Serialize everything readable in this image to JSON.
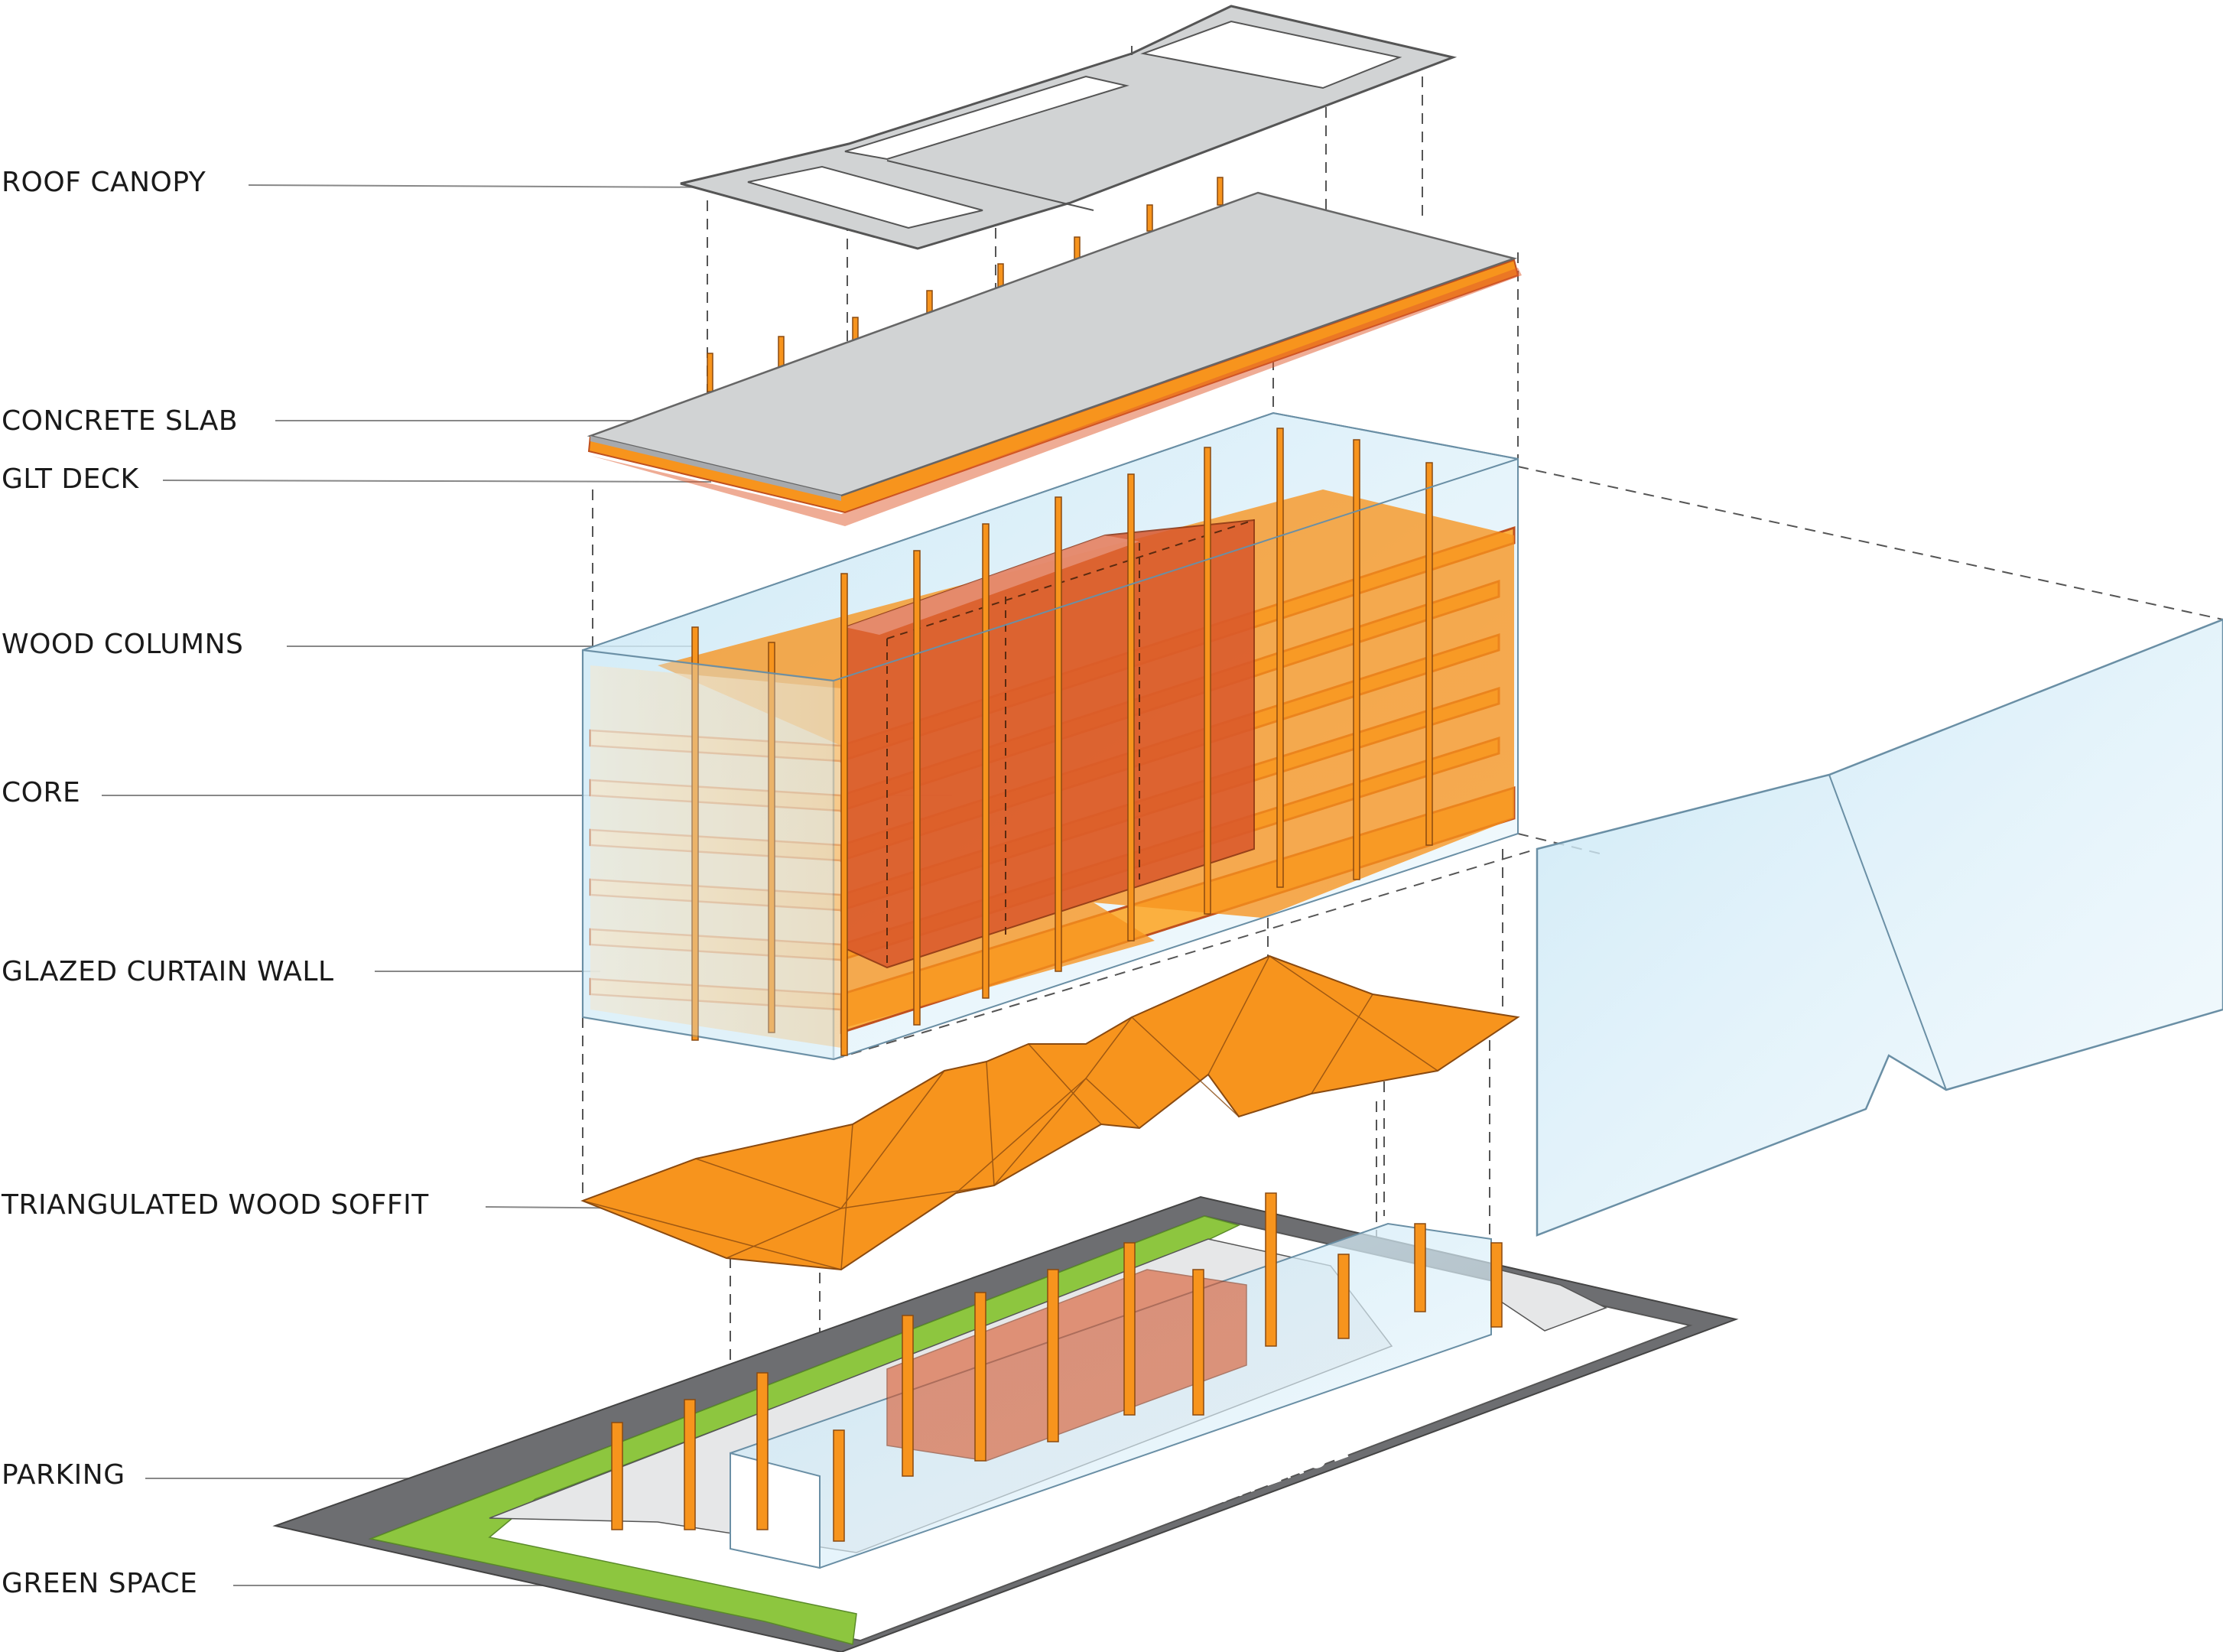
{
  "labels": [
    {
      "key": "roof_canopy",
      "text": "ROOF CANOPY"
    },
    {
      "key": "concrete_slab",
      "text": "CONCRETE SLAB"
    },
    {
      "key": "glt_deck",
      "text": "GLT DECK"
    },
    {
      "key": "wood_columns",
      "text": "WOOD COLUMNS"
    },
    {
      "key": "core",
      "text": "CORE"
    },
    {
      "key": "glazed_curtain_wall",
      "text": "GLAZED CURTAIN WALL"
    },
    {
      "key": "triangulated_wood_soffit",
      "text": "TRIANGULATED WOOD SOFFIT"
    },
    {
      "key": "parking",
      "text": "PARKING"
    },
    {
      "key": "green_space",
      "text": "GREEN SPACE"
    }
  ],
  "street_name": "WADE AVENUE",
  "colors": {
    "wood": "#f7941d",
    "wood_light": "#fbb040",
    "wood_edge": "#c0501e",
    "core": "#d9572b",
    "concrete": "#d1d3d4",
    "glass": "#d6eef8",
    "green": "#8dc63f",
    "road": "#6d6e71",
    "line": "#555555"
  }
}
